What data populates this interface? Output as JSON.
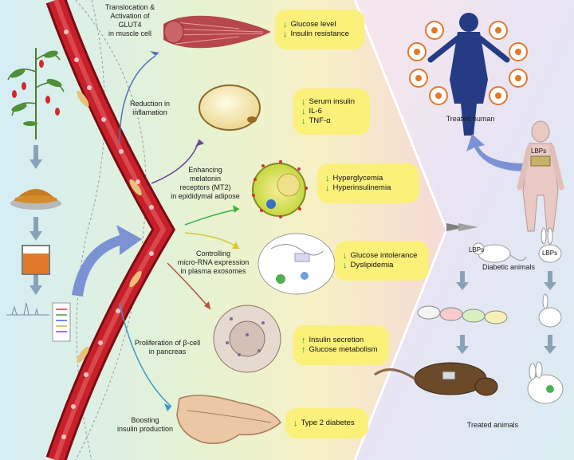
{
  "mechanisms": [
    {
      "label": "Translocation &\nActivation of\nGLUT4\nin muscle cell",
      "effects": [
        {
          "dir": "down",
          "text": "Glucose level"
        },
        {
          "dir": "down",
          "text": "Insulin resistance"
        }
      ]
    },
    {
      "label": "Reduction in\ninflamation",
      "effects": [
        {
          "dir": "down",
          "text": "Serum insulin"
        },
        {
          "dir": "down",
          "text": "IL-6"
        },
        {
          "dir": "down",
          "text": "TNF-α"
        }
      ]
    },
    {
      "label": "Enhancing\nmelatonin\nreceptors (MT2)\nin epididymal adipose",
      "effects": [
        {
          "dir": "down",
          "text": "Hyperglycemia"
        },
        {
          "dir": "down",
          "text": "Hyperinsulinemia"
        }
      ]
    },
    {
      "label": "Controlling\nmicro-RNA expression\nin plasma exosomes",
      "effects": [
        {
          "dir": "down",
          "text": "Glucose intolerance"
        },
        {
          "dir": "down",
          "text": "Dyslipidemia"
        }
      ]
    },
    {
      "label": "Proliferation of β-cell\nin pancreas",
      "effects": [
        {
          "dir": "up",
          "text": "Insulin secretion"
        },
        {
          "dir": "up",
          "text": "Glucose metabolism"
        }
      ]
    },
    {
      "label": "Boosting\ninsulin production",
      "effects": [
        {
          "dir": "down",
          "text": "Type 2 diabetes"
        }
      ]
    }
  ],
  "arrow_glyphs": {
    "down": "↓",
    "up": "↑"
  },
  "right_panel": {
    "treated_human": "Treated human",
    "lbps_human": "LBPs",
    "lbps_rat": "LBPs",
    "lbps_rabbit": "LBPs",
    "diabetic_animals": "Diabetic animals",
    "treated_animals": "Treated animals"
  },
  "colors": {
    "box_fill": "#fbf079",
    "arrow_green": "#1e9a2e",
    "vessel_red": "#c8202a",
    "big_arrow_blue": "#7b93d4"
  }
}
